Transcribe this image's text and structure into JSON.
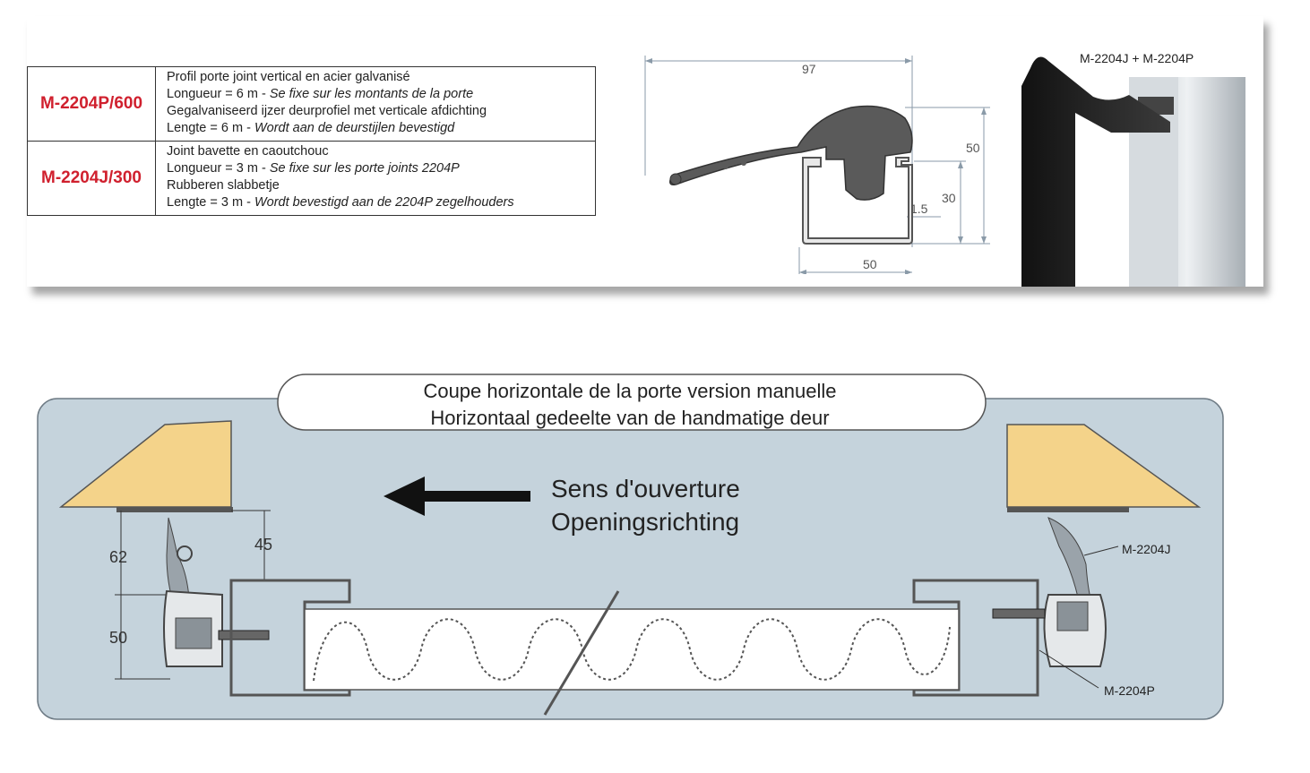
{
  "products": [
    {
      "code": "M-2204P/600",
      "fr_desc": "Profil porte joint vertical en acier galvanisé",
      "fr_len_prefix": "Longueur = 6 m - ",
      "fr_len_note": "Se fixe sur les montants de la porte",
      "nl_desc": "Gegalvaniseerd ijzer deurprofiel met verticale afdichting",
      "nl_len_prefix": "Lengte = 6 m - ",
      "nl_len_note": "Wordt aan de deurstijlen bevestigd"
    },
    {
      "code": "M-2204J/300",
      "fr_desc": "Joint bavette en caoutchouc",
      "fr_len_prefix": "Longueur = 3 m - ",
      "fr_len_note": "Se fixe sur les porte joints 2204P",
      "nl_desc": "Rubberen slabbetje",
      "nl_len_prefix": "Lengte = 3 m - ",
      "nl_len_note": "Wordt bevestigd aan de 2204P zegelhouders"
    }
  ],
  "profile_dims": {
    "width_total": "97",
    "height_total": "50",
    "height_channel": "30",
    "thickness": "1.5",
    "width_channel": "50"
  },
  "photo_label": "M-2204J + M-2204P",
  "section": {
    "title_fr": "Coupe horizontale de la porte version manuelle",
    "title_nl": "Horizontaal gedeelte van de handmatige deur",
    "direction_fr": "Sens d'ouverture",
    "direction_nl": "Openingsrichting",
    "dim_62": "62",
    "dim_45": "45",
    "dim_50": "50",
    "label_seal": "M-2204J",
    "label_holder": "M-2204P"
  },
  "colors": {
    "code_red": "#d0202e",
    "panel_blue": "#c5d3dc",
    "wall_tan": "#f4d38a",
    "profile_grey": "#4b4b4b"
  }
}
